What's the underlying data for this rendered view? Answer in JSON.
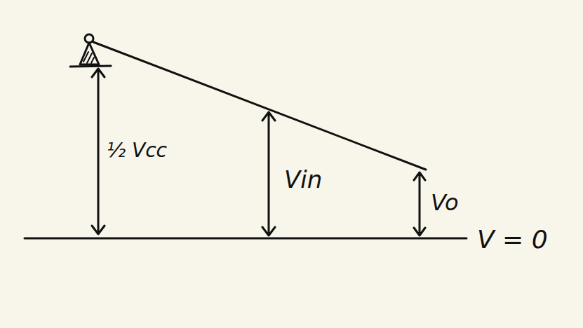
{
  "diagram": {
    "labels": [
      "½ Vcc",
      "Vin",
      "Vo",
      "V = 0"
    ]
  }
}
